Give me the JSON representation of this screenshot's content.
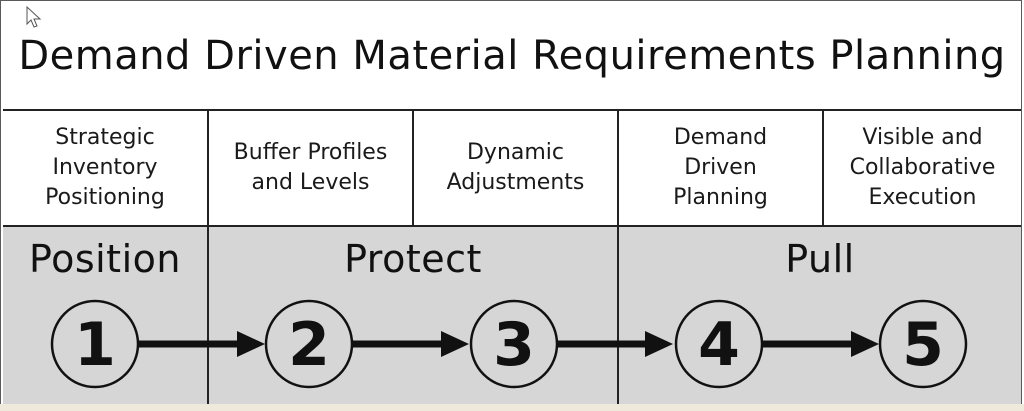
{
  "title": "Demand Driven Material Requirements Planning",
  "components": [
    {
      "label": "Strategic\nInventory\nPositioning"
    },
    {
      "label": "Buffer Profiles\nand Levels"
    },
    {
      "label": "Dynamic\nAdjustments"
    },
    {
      "label": "Demand\nDriven\nPlanning"
    },
    {
      "label": "Visible and\nCollaborative\nExecution"
    }
  ],
  "phases": [
    {
      "label": "Position"
    },
    {
      "label": "Protect"
    },
    {
      "label": "Pull"
    }
  ],
  "steps": [
    "1",
    "2",
    "3",
    "4",
    "5"
  ],
  "colors": {
    "phase_background": "#d6d6d6",
    "lines": "#111111",
    "circle_fill": "#d6d6d6"
  },
  "icons": {
    "cursor": "mouse-pointer-icon"
  }
}
